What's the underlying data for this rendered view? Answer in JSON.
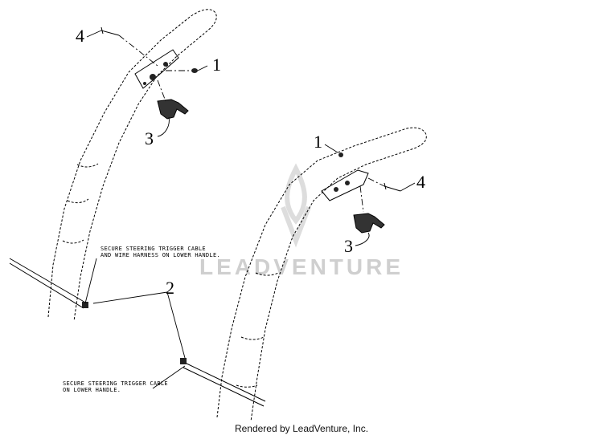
{
  "callouts": {
    "left_4": "4",
    "left_1": "1",
    "left_3": "3",
    "shared_2": "2",
    "right_1": "1",
    "right_4": "4",
    "right_3": "3"
  },
  "notes": {
    "upper_line1": "SECURE STEERING TRIGGER CABLE",
    "upper_line2": "AND WIRE HARNESS ON LOWER HANDLE.",
    "lower_line1": "SECURE STEERING TRIGGER CABLE",
    "lower_line2": "ON LOWER HANDLE."
  },
  "watermark": "LEADVENTURE",
  "footer": "Rendered by LeadVenture, Inc."
}
